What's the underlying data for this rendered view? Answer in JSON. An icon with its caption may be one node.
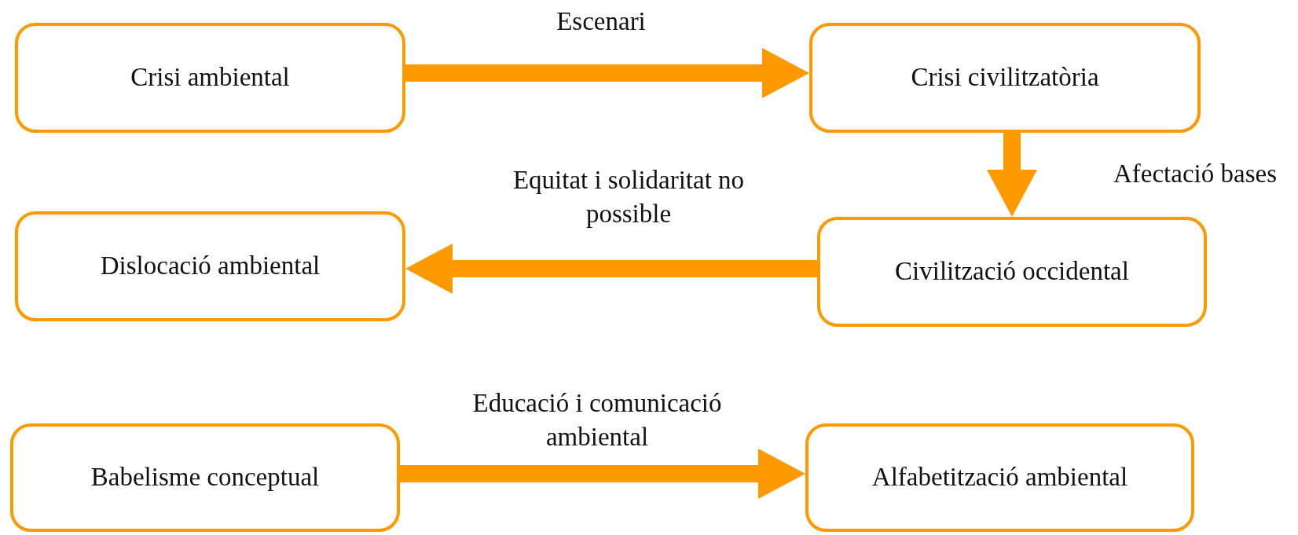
{
  "diagram": {
    "nodes": [
      {
        "text": [
          "Crisi ambiental"
        ]
      },
      {
        "text": [
          "Crisi civilitzatòria"
        ]
      },
      {
        "text": [
          "Civilització occidental"
        ]
      },
      {
        "text": [
          "Dislocació ambiental"
        ]
      },
      {
        "text": [
          "Babelisme conceptual"
        ]
      },
      {
        "text": [
          "Alfabetització ambiental"
        ]
      }
    ],
    "edges": [
      {
        "from": 0,
        "to": 1,
        "arrow": "to",
        "label": "Escenari",
        "style": "thick"
      },
      {
        "from": 1,
        "to": 2,
        "arrow": "to",
        "label": "Afectació bases",
        "style": "thick"
      },
      {
        "from": 2,
        "to": 3,
        "arrow": "to",
        "label": "Equitat i solidaritat no possible",
        "style": "thick"
      },
      {
        "from": 4,
        "to": 5,
        "arrow": "to",
        "label": "Educació i comunicació ambiental",
        "style": "thick"
      }
    ]
  }
}
